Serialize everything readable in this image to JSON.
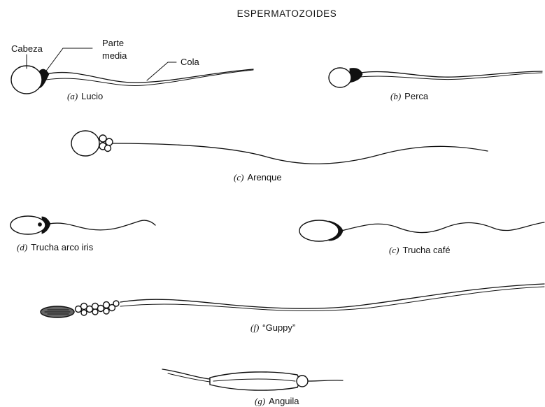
{
  "title": "ESPERMATOZOIDES",
  "annotations": {
    "cabeza": "Cabeza",
    "parte_media_line1": "Parte",
    "parte_media_line2": "media",
    "cola": "Cola"
  },
  "specimens": [
    {
      "letter": "(a)",
      "name": "Lucio"
    },
    {
      "letter": "(b)",
      "name": "Perca"
    },
    {
      "letter": "(c)",
      "name": "Arenque"
    },
    {
      "letter": "(d)",
      "name": "Trucha arco iris"
    },
    {
      "letter": "(c)",
      "name": "Trucha café"
    },
    {
      "letter": "(f)",
      "name": "“Guppy”"
    },
    {
      "letter": "(g)",
      "name": "Anguila"
    }
  ]
}
